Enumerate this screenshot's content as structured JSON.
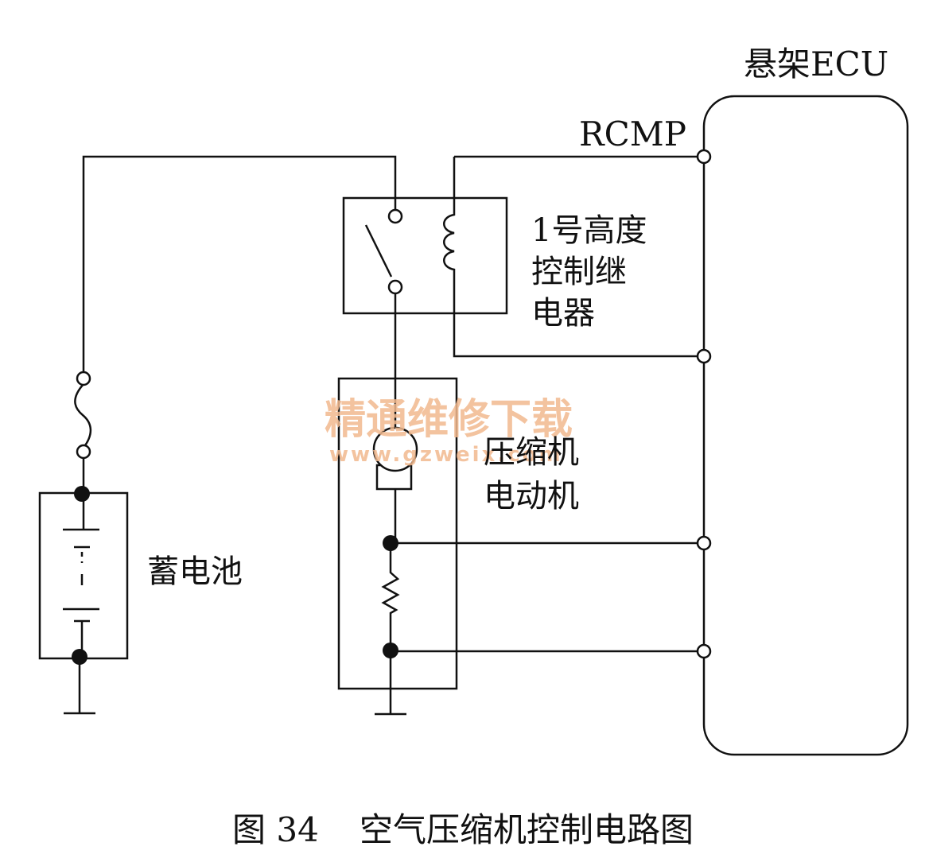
{
  "labels": {
    "ecu": "悬架ECU",
    "rcmp": "RCMP",
    "relay_line1": "1号高度",
    "relay_line2": "控制继",
    "relay_line3": "电器",
    "motor_line1": "压缩机",
    "motor_line2": "电动机",
    "battery": "蓄电池",
    "caption_number": "图 34",
    "caption_title": "空气压缩机控制电路图"
  },
  "watermark": {
    "text": "精通维修下载",
    "url": "www.gzweix.com",
    "color": "#f2b98f"
  },
  "colors": {
    "line": "#111111",
    "background": "#ffffff"
  }
}
